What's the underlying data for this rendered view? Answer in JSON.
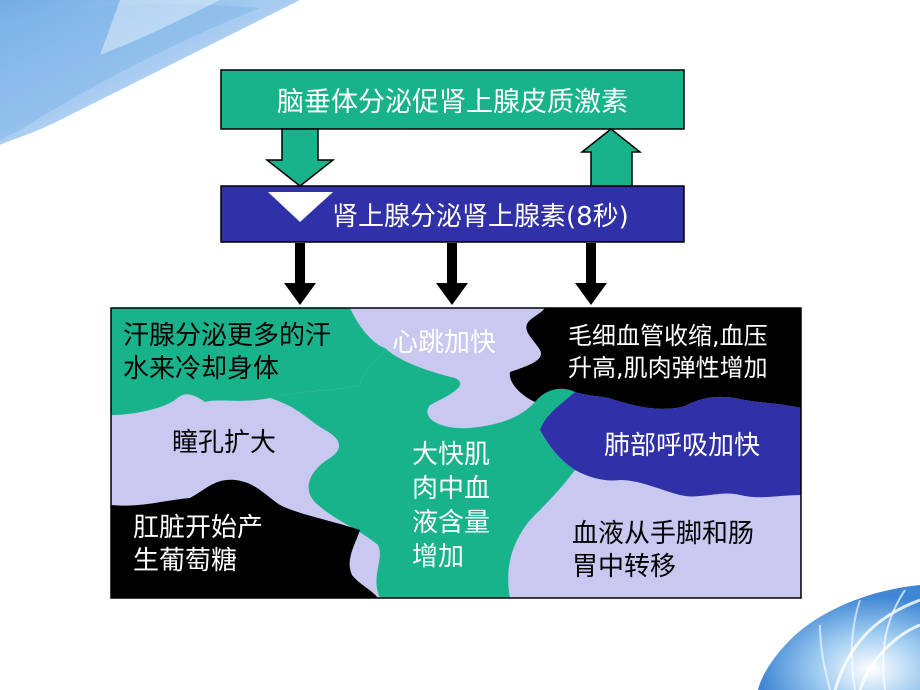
{
  "top_box": {
    "label": "脑垂体分泌促肾上腺皮质激素",
    "color": "#19b38b"
  },
  "middle_box": {
    "label": "肾上腺分泌肾上腺素(8秒)",
    "color": "#3030a8"
  },
  "puzzle": {
    "pieces": [
      {
        "label": "汗腺分泌更多的汗\n水来冷却身体",
        "color": "#19b38b",
        "text_color": "#000000"
      },
      {
        "label": "心跳加快",
        "color": "#c8c8f0",
        "text_color": "#ffffff"
      },
      {
        "label": "毛细血管收缩,血压\n升高,肌肉弹性增加",
        "color": "#000000",
        "text_color": "#ffffff"
      },
      {
        "label": "瞳孔扩大",
        "color": "#c8c8f0",
        "text_color": "#000000"
      },
      {
        "label": "大快肌\n肉中血\n液含量\n增加",
        "color": "#19b38b",
        "text_color": "#ffffff"
      },
      {
        "label": "肺部呼吸加快",
        "color": "#3030a8",
        "text_color": "#ffffff"
      },
      {
        "label": "肛脏开始产\n生葡萄糖",
        "color": "#000000",
        "text_color": "#ffffff"
      },
      {
        "label": "血液从手脚和肠\n胃中转移",
        "color": "#c8c8f0",
        "text_color": "#000000"
      }
    ]
  },
  "colors": {
    "arrow_fill": "#19b38b",
    "arrow_down": "#000000",
    "background": "#ffffff",
    "decor_blue": "#6fa8e0"
  }
}
